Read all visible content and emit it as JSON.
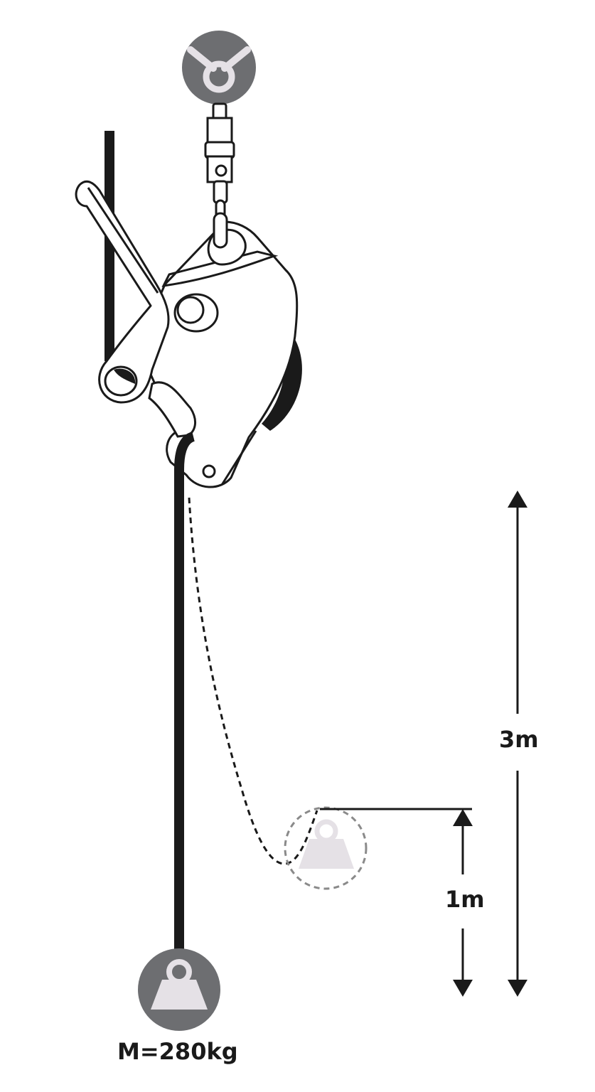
{
  "labels": {
    "total_height": "3m",
    "fall_height": "1m",
    "mass": "M=280kg"
  },
  "colors": {
    "ink": "#1a1a1a",
    "badge_gray": "#6d6e71",
    "weight_light": "#e5e1e6",
    "dashed_gray": "#8a8a8a"
  },
  "icons": [
    "anchor-icon",
    "weight-icon"
  ]
}
